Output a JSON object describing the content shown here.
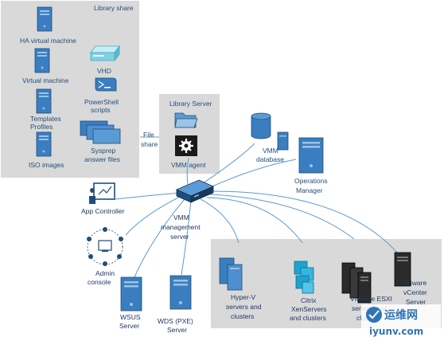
{
  "library_share": {
    "title": "Library share",
    "items": {
      "ha_vm": "HA virtual machine",
      "vm": "Virtual machine",
      "templates": [
        "Templates",
        "Profiles"
      ],
      "iso": "ISO images",
      "vhd": "VHD",
      "powershell": [
        "PowerShell",
        "scripts"
      ],
      "sysprep": [
        "Sysprep",
        "answer files"
      ]
    }
  },
  "file_share": [
    "File",
    "share"
  ],
  "library_server": {
    "title": "Library Server",
    "agent": "VMM agent"
  },
  "vmm_database": [
    "VMM",
    "database"
  ],
  "operations_manager": [
    "Operations",
    "Manager"
  ],
  "app_controller": "App Controller",
  "vmm_server": [
    "VMM",
    "management",
    "server"
  ],
  "admin_console": [
    "Admin",
    "console"
  ],
  "wsus": [
    "WSUS",
    "Server"
  ],
  "wds": [
    "WDS (PXE)",
    "Server"
  ],
  "hosts": {
    "hyperv": [
      "Hyper-V",
      "servers and",
      "clusters"
    ],
    "citrix": [
      "Citrix",
      "XenServers",
      "and clusters"
    ],
    "vmware_esxi": [
      "VMware ESXI",
      "servers and",
      "clusters"
    ],
    "vcenter": [
      "VMware",
      "vCenter",
      "Server"
    ]
  },
  "watermark": {
    "brand": "运维网",
    "site": "iyunv.com"
  },
  "colors": {
    "panel": "#d9d9d9",
    "line": "#5b9bd5",
    "accent": "#1f4e79",
    "icon_blue": "#2e75b6"
  }
}
